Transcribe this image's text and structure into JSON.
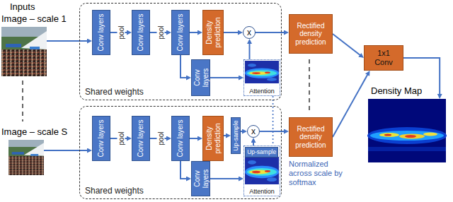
{
  "diagram": {
    "nodes": [
      {
        "text": [
          "Image – scale 1"
        ]
      },
      {
        "text": [
          "Shared weights"
        ]
      },
      {
        "text": [
          "Conv layers"
        ],
        "in": 1
      },
      {
        "text": [
          "Conv layers"
        ],
        "in": 1
      },
      {
        "text": [
          "Conv layers"
        ],
        "in": 1
      },
      {
        "text": [
          "Density prediction"
        ],
        "in": 1
      },
      {
        "text": [
          "Conv layers"
        ],
        "in": 1
      },
      {
        "text": [
          "x"
        ],
        "in": 1
      },
      {
        "text": [
          "Attention"
        ],
        "in": 1
      },
      {
        "text": [
          "Rectified density prediction"
        ]
      },
      {
        "text": [
          "1x1 Conv"
        ]
      },
      {
        "text": [
          "Density Map"
        ]
      },
      {
        "text": [
          "Image – scale S"
        ]
      },
      {
        "text": [
          "Shared weights"
        ]
      },
      {
        "text": [
          "Conv layers"
        ],
        "in": 13
      },
      {
        "text": [
          "Conv layers"
        ],
        "in": 13
      },
      {
        "text": [
          "Conv layers"
        ],
        "in": 13
      },
      {
        "text": [
          "Density prediction"
        ],
        "in": 13
      },
      {
        "text": [
          "Up-sample"
        ],
        "in": 13
      },
      {
        "text": [
          "Conv layers"
        ],
        "in": 13
      },
      {
        "text": [
          "x"
        ],
        "in": 13
      },
      {
        "text": [
          "Attention"
        ],
        "in": 13
      },
      {
        "text": [
          "Up-sample"
        ],
        "in": 21
      },
      {
        "text": [
          "Rectified density prediction"
        ]
      }
    ],
    "edges": [
      {
        "from": 0,
        "to": 2,
        "arrow": "to"
      },
      {
        "from": 2,
        "to": 3,
        "label": "pool",
        "arrow": "to"
      },
      {
        "from": 3,
        "to": 4,
        "label": "pool",
        "arrow": "to"
      },
      {
        "from": 4,
        "to": 5,
        "arrow": "to"
      },
      {
        "from": 4,
        "to": 6,
        "arrow": "to"
      },
      {
        "from": 5,
        "to": 7,
        "arrow": "to"
      },
      {
        "from": 6,
        "to": 8,
        "arrow": "to"
      },
      {
        "from": 8,
        "to": 7,
        "arrow": "to"
      },
      {
        "from": 7,
        "to": 9,
        "arrow": "to"
      },
      {
        "from": 9,
        "to": 10,
        "arrow": "to"
      },
      {
        "from": 10,
        "to": 11,
        "arrow": "to"
      },
      {
        "from": 12,
        "to": 14,
        "arrow": "to"
      },
      {
        "from": 14,
        "to": 15,
        "label": "pool",
        "arrow": "to"
      },
      {
        "from": 15,
        "to": 16,
        "label": "pool",
        "arrow": "to"
      },
      {
        "from": 16,
        "to": 17,
        "arrow": "to"
      },
      {
        "from": 16,
        "to": 19,
        "arrow": "to"
      },
      {
        "from": 17,
        "to": 18,
        "arrow": "to"
      },
      {
        "from": 18,
        "to": 20,
        "arrow": "to"
      },
      {
        "from": 19,
        "to": 21,
        "arrow": "to"
      },
      {
        "from": 21,
        "to": 20,
        "arrow": "to"
      },
      {
        "from": 20,
        "to": 23,
        "arrow": "to"
      },
      {
        "from": 23,
        "to": 10,
        "arrow": "to"
      },
      {
        "from": 8,
        "to": 21,
        "arrow": "none"
      }
    ],
    "labels": [
      "Inputs",
      "Normalized across scale by softmax"
    ]
  }
}
